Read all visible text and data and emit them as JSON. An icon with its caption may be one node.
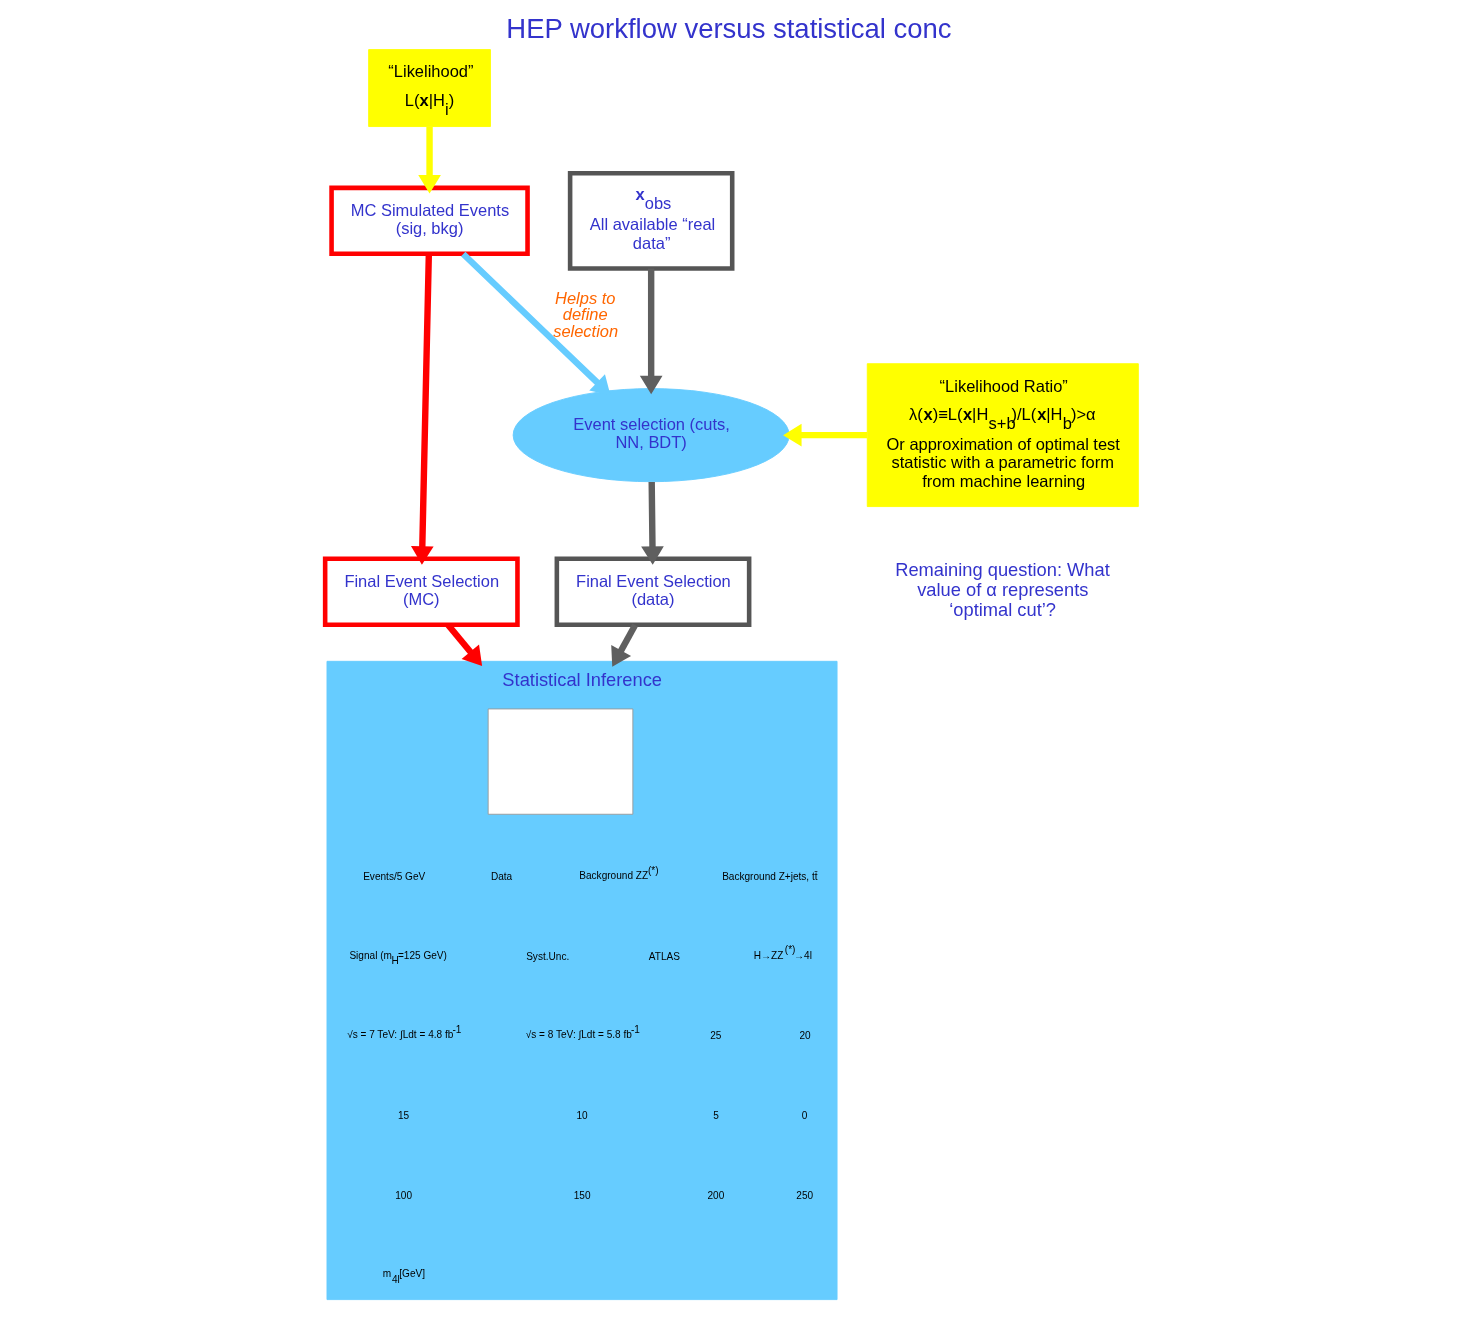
{
  "diagram": {
    "title": "HEP workflow versus statistical conc",
    "nodes": [
      {
        "text": [
          "“Likelihood”",
          "L(**x**|H$_{i}$)"
        ]
      },
      {
        "text": [
          "MC Simulated Events (sig, bkg)"
        ]
      },
      {
        "text": [
          "**x**$_{obs}$",
          "All available “real data”"
        ]
      },
      {
        "text": [
          "Event selection (cuts, NN, BDT)"
        ]
      },
      {
        "text": [
          "“Likelihood Ratio”",
          "λ(**x**)≡L(**x**|H$_{s+b}$)/L(**x**|H$_{b}$)>α",
          "Or approximation of optimal test statistic with a parametric form from machine learning"
        ]
      },
      {
        "text": [
          "Final Event Selection (MC)"
        ]
      },
      {
        "text": [
          "Final Event Selection (data)"
        ]
      },
      {
        "text": [
          "Statistical Inference"
        ]
      },
      {
        "text": [],
        "shape": "box",
        "in": 7
      }
    ],
    "edges": [
      {
        "from": 0,
        "to": 1,
        "arrow": "to",
        "color": "#ffff00"
      },
      {
        "from": 1,
        "to": 3,
        "arrow": "to",
        "label": "Helps to define selection",
        "color": "#66ccff"
      },
      {
        "from": 2,
        "to": 3,
        "arrow": "to"
      },
      {
        "from": 4,
        "to": 3,
        "arrow": "to",
        "color": "#ffff00"
      },
      {
        "from": 1,
        "to": 5,
        "arrow": "to",
        "color": "#ff0000"
      },
      {
        "from": 3,
        "to": 6,
        "arrow": "to"
      },
      {
        "from": 6,
        "to": 7,
        "arrow": "to"
      },
      {
        "from": 5,
        "to": 7,
        "arrow": "to",
        "color": "#ff0000"
      }
    ],
    "labels": [
      "Events/5 GeV",
      "Data",
      "Background ZZ$^{(*)}$",
      "Background Z+jets, tt̄",
      "Signal (m$_{H}$=125 GeV)",
      "Syst.Unc.",
      "ATLAS",
      "H→ZZ$^{(*)}$→4l",
      "√s = 7 TeV: ∫Ldt = 4.8 fb$^{-1}$",
      "√s = 8 TeV: ∫Ldt = 5.8 fb$^{-1}$",
      "25",
      "20",
      "15",
      "10",
      "5",
      "0",
      "100",
      "150",
      "200",
      "250",
      "m$_{4l}$[GeV]",
      "Remaining question: What value of α represents ‘optimal cut’?"
    ]
  }
}
